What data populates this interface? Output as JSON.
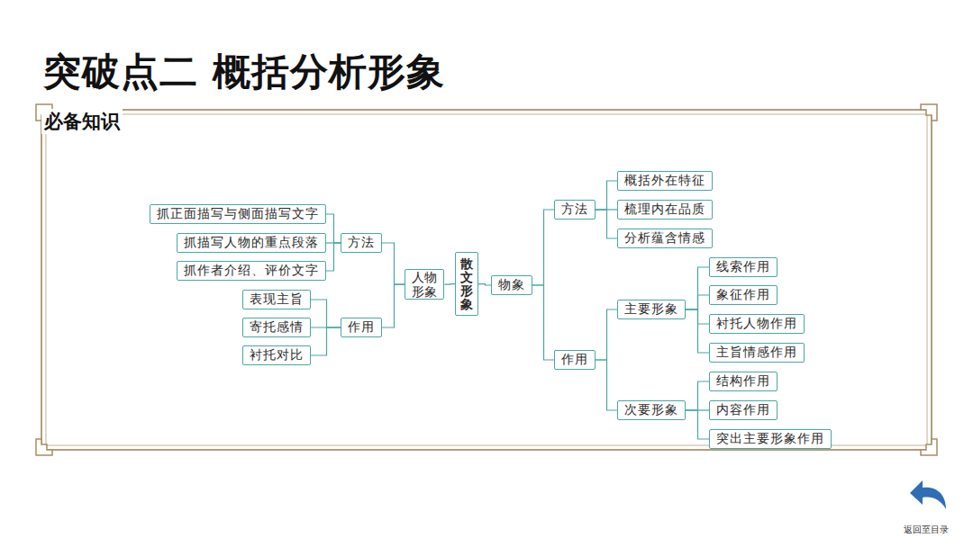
{
  "diagram": {
    "title": "突破点二 概括分析形象",
    "nodes": [
      {
        "text": [
          "抓正面描写与侧面描写文字"
        ]
      },
      {
        "text": [
          "抓描写人物的重点段落"
        ]
      },
      {
        "text": [
          "抓作者介绍、评价文字"
        ]
      },
      {
        "text": [
          "方法"
        ]
      },
      {
        "text": [
          "表现主旨"
        ]
      },
      {
        "text": [
          "寄托感情"
        ]
      },
      {
        "text": [
          "衬托对比"
        ]
      },
      {
        "text": [
          "作用"
        ]
      },
      {
        "text": [
          "人物形象"
        ]
      },
      {
        "text": [
          "散文形象"
        ]
      },
      {
        "text": [
          "物象"
        ]
      },
      {
        "text": [
          "方法"
        ]
      },
      {
        "text": [
          "概括外在特征"
        ]
      },
      {
        "text": [
          "梳理内在品质"
        ]
      },
      {
        "text": [
          "分析蕴含情感"
        ]
      },
      {
        "text": [
          "作用"
        ]
      },
      {
        "text": [
          "主要形象"
        ]
      },
      {
        "text": [
          "线索作用"
        ]
      },
      {
        "text": [
          "象征作用"
        ]
      },
      {
        "text": [
          "衬托人物作用"
        ]
      },
      {
        "text": [
          "主旨情感作用"
        ]
      },
      {
        "text": [
          "次要形象"
        ]
      },
      {
        "text": [
          "结构作用"
        ]
      },
      {
        "text": [
          "内容作用"
        ]
      },
      {
        "text": [
          "突出主要形象作用"
        ]
      }
    ],
    "edges": [
      {
        "from": 3,
        "to": 0,
        "arrow": "none"
      },
      {
        "from": 3,
        "to": 1,
        "arrow": "none"
      },
      {
        "from": 3,
        "to": 2,
        "arrow": "none"
      },
      {
        "from": 7,
        "to": 4,
        "arrow": "none"
      },
      {
        "from": 7,
        "to": 5,
        "arrow": "none"
      },
      {
        "from": 7,
        "to": 6,
        "arrow": "none"
      },
      {
        "from": 8,
        "to": 3,
        "arrow": "none"
      },
      {
        "from": 8,
        "to": 7,
        "arrow": "none"
      },
      {
        "from": 9,
        "to": 8,
        "arrow": "none"
      },
      {
        "from": 9,
        "to": 10,
        "arrow": "none"
      },
      {
        "from": 10,
        "to": 11,
        "arrow": "none"
      },
      {
        "from": 10,
        "to": 15,
        "arrow": "none"
      },
      {
        "from": 11,
        "to": 12,
        "arrow": "none"
      },
      {
        "from": 11,
        "to": 13,
        "arrow": "none"
      },
      {
        "from": 11,
        "to": 14,
        "arrow": "none"
      },
      {
        "from": 15,
        "to": 16,
        "arrow": "none"
      },
      {
        "from": 15,
        "to": 21,
        "arrow": "none"
      },
      {
        "from": 16,
        "to": 17,
        "arrow": "none"
      },
      {
        "from": 16,
        "to": 18,
        "arrow": "none"
      },
      {
        "from": 16,
        "to": 19,
        "arrow": "none"
      },
      {
        "from": 16,
        "to": 20,
        "arrow": "none"
      },
      {
        "from": 21,
        "to": 22,
        "arrow": "none"
      },
      {
        "from": 21,
        "to": 23,
        "arrow": "none"
      },
      {
        "from": 21,
        "to": 24,
        "arrow": "none"
      }
    ],
    "labels": [
      "必备知识",
      "返回至目录"
    ]
  }
}
